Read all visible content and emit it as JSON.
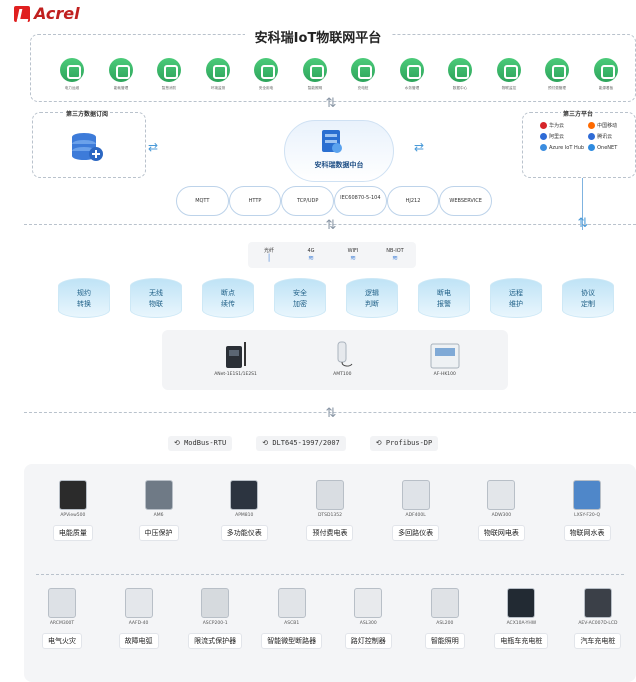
{
  "brand": {
    "name": "Acrel"
  },
  "platform": {
    "title": "安科瑞IoT物联网平台"
  },
  "modules": [
    "电力运维",
    "能耗管理",
    "智慧消防",
    "环境监测",
    "安全用电",
    "智能照明",
    "充电桩",
    "水务管理",
    "数据中心",
    "物联监控",
    "预付费管理",
    "能源看板"
  ],
  "third_party_subscribe": {
    "label": "第三方数据订阅"
  },
  "third_party_platform": {
    "label": "第三方平台",
    "items": [
      "华为云",
      "中国移动",
      "阿里云",
      "腾讯云",
      "Azure IoT Hub",
      "OneNET"
    ]
  },
  "data_center": {
    "label": "安科瑞数据中台"
  },
  "protocols_top": [
    "MQTT",
    "HTTP",
    "TCP/UDP",
    "IEC60870-5-104",
    "HJ212",
    "WEBSERVICE"
  ],
  "networks": [
    {
      "label": "光纤",
      "icon": "line"
    },
    {
      "label": "4G",
      "icon": "wifi"
    },
    {
      "label": "WIFI",
      "icon": "wifi"
    },
    {
      "label": "NB-IOT",
      "icon": "wifi"
    }
  ],
  "features": [
    [
      "规约",
      "转换"
    ],
    [
      "无线",
      "物联"
    ],
    [
      "断点",
      "续传"
    ],
    [
      "安全",
      "加密"
    ],
    [
      "逻辑",
      "判断"
    ],
    [
      "断电",
      "报警"
    ],
    [
      "远程",
      "维护"
    ],
    [
      "协议",
      "定制"
    ]
  ],
  "gateways": [
    "ANet-1E1S1/1E2S1",
    "AMT100",
    "AF-HK100"
  ],
  "protocols_bottom": [
    "ModBus-RTU",
    "DLT645-1997/2007",
    "Profibus-DP"
  ],
  "products_row1": [
    {
      "model": "APView500",
      "tag": "电能质量",
      "color": "#2b2b2b"
    },
    {
      "model": "AM6",
      "tag": "中压保护",
      "color": "#6f7a86"
    },
    {
      "model": "APM810",
      "tag": "多功能仪表",
      "color": "#2c3440"
    },
    {
      "model": "DTSD1352",
      "tag": "预付费电表",
      "color": "#d9dde2"
    },
    {
      "model": "ADF400L",
      "tag": "多回路仪表",
      "color": "#dfe3e8"
    },
    {
      "model": "ADW300",
      "tag": "物联网电表",
      "color": "#e3e6ea"
    },
    {
      "model": "LXSY-F20-Q",
      "tag": "物联网水表",
      "color": "#4f87c9"
    }
  ],
  "products_row2": [
    {
      "model": "ARCM300T",
      "tag": "电气火灾",
      "color": "#dde1e6"
    },
    {
      "model": "AAFD-40",
      "tag": "故障电弧",
      "color": "#e4e7eb"
    },
    {
      "model": "ASCP200-1",
      "tag": "限流式保护器",
      "color": "#d6dade"
    },
    {
      "model": "ASCB1",
      "tag": "智能微型断路器",
      "color": "#e1e4e8"
    },
    {
      "model": "ASL300",
      "tag": "路灯控制器",
      "color": "#e8eaed"
    },
    {
      "model": "ASL200",
      "tag": "智能照明",
      "color": "#dfe2e6"
    },
    {
      "model": "ACX10A-YHW",
      "tag": "电瓶车充电桩",
      "color": "#222a33"
    },
    {
      "model": "AEV-AC007D-LCD",
      "tag": "汽车充电桩",
      "color": "#3b4048"
    }
  ]
}
